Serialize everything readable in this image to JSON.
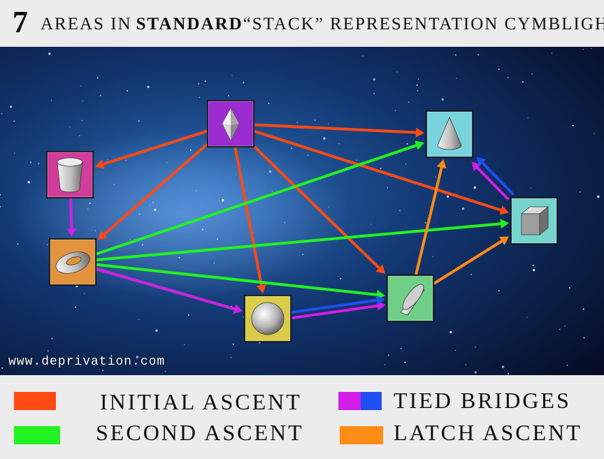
{
  "title": {
    "number": "7",
    "part1": "AREAS IN",
    "bold": "STANDARD",
    "part2": "“STACK” REPRESENTATION CYMBLIGHTS"
  },
  "watermark": "www.deprivation.com",
  "colors": {
    "initial": "#ff4a14",
    "second": "#22f222",
    "tied_purple": "#d21ee6",
    "tied_blue": "#1f4ff5",
    "latch": "#ff8c14"
  },
  "nodes": [
    {
      "id": "octahedron",
      "shape": "octahedron-icon",
      "color": "#9b2ccf"
    },
    {
      "id": "cylinder",
      "shape": "cylinder-icon",
      "color": "#d23c9a"
    },
    {
      "id": "cone",
      "shape": "cone-icon",
      "color": "#79d3dc"
    },
    {
      "id": "cube",
      "shape": "cube-icon",
      "color": "#76d4ce"
    },
    {
      "id": "torus",
      "shape": "torus-icon",
      "color": "#e3933e"
    },
    {
      "id": "sphere",
      "shape": "sphere-icon",
      "color": "#d9cc4a"
    },
    {
      "id": "cut-cylinder",
      "shape": "cut-cylinder-icon",
      "color": "#6fcf86"
    }
  ],
  "edges": [
    {
      "from": "octahedron",
      "to": "cylinder",
      "type": "initial"
    },
    {
      "from": "octahedron",
      "to": "torus",
      "type": "initial"
    },
    {
      "from": "octahedron",
      "to": "sphere",
      "type": "initial"
    },
    {
      "from": "octahedron",
      "to": "cut-cylinder",
      "type": "initial"
    },
    {
      "from": "octahedron",
      "to": "cone",
      "type": "initial"
    },
    {
      "from": "octahedron",
      "to": "cube",
      "type": "initial"
    },
    {
      "from": "torus",
      "to": "cone",
      "type": "second"
    },
    {
      "from": "torus",
      "to": "cube",
      "type": "second"
    },
    {
      "from": "torus",
      "to": "cut-cylinder",
      "type": "second"
    },
    {
      "from": "torus",
      "to": "sphere",
      "type": "second"
    },
    {
      "from": "cylinder",
      "to": "torus",
      "type": "tied_purple"
    },
    {
      "from": "torus",
      "to": "sphere",
      "type": "tied_purple"
    },
    {
      "from": "sphere",
      "to": "cut-cylinder",
      "type": "tied_purple"
    },
    {
      "from": "cut-cylinder",
      "to": "cube",
      "type": "tied_purple"
    },
    {
      "from": "cube",
      "to": "cone",
      "type": "tied_purple"
    },
    {
      "from": "sphere",
      "to": "cut-cylinder",
      "type": "tied_blue"
    },
    {
      "from": "cube",
      "to": "cone",
      "type": "tied_blue"
    },
    {
      "from": "cut-cylinder",
      "to": "cone",
      "type": "latch"
    },
    {
      "from": "cut-cylinder",
      "to": "cube",
      "type": "latch"
    }
  ],
  "legend": [
    {
      "key": "initial",
      "label": "INITIAL ASCENT",
      "colors": [
        "#ff4a14"
      ]
    },
    {
      "key": "second",
      "label": "SECOND ASCENT",
      "colors": [
        "#22f222"
      ]
    },
    {
      "key": "tied",
      "label": "TIED BRIDGES",
      "colors": [
        "#d21ee6",
        "#1f4ff5"
      ]
    },
    {
      "key": "latch",
      "label": "LATCH ASCENT",
      "colors": [
        "#ff8c14"
      ]
    }
  ]
}
